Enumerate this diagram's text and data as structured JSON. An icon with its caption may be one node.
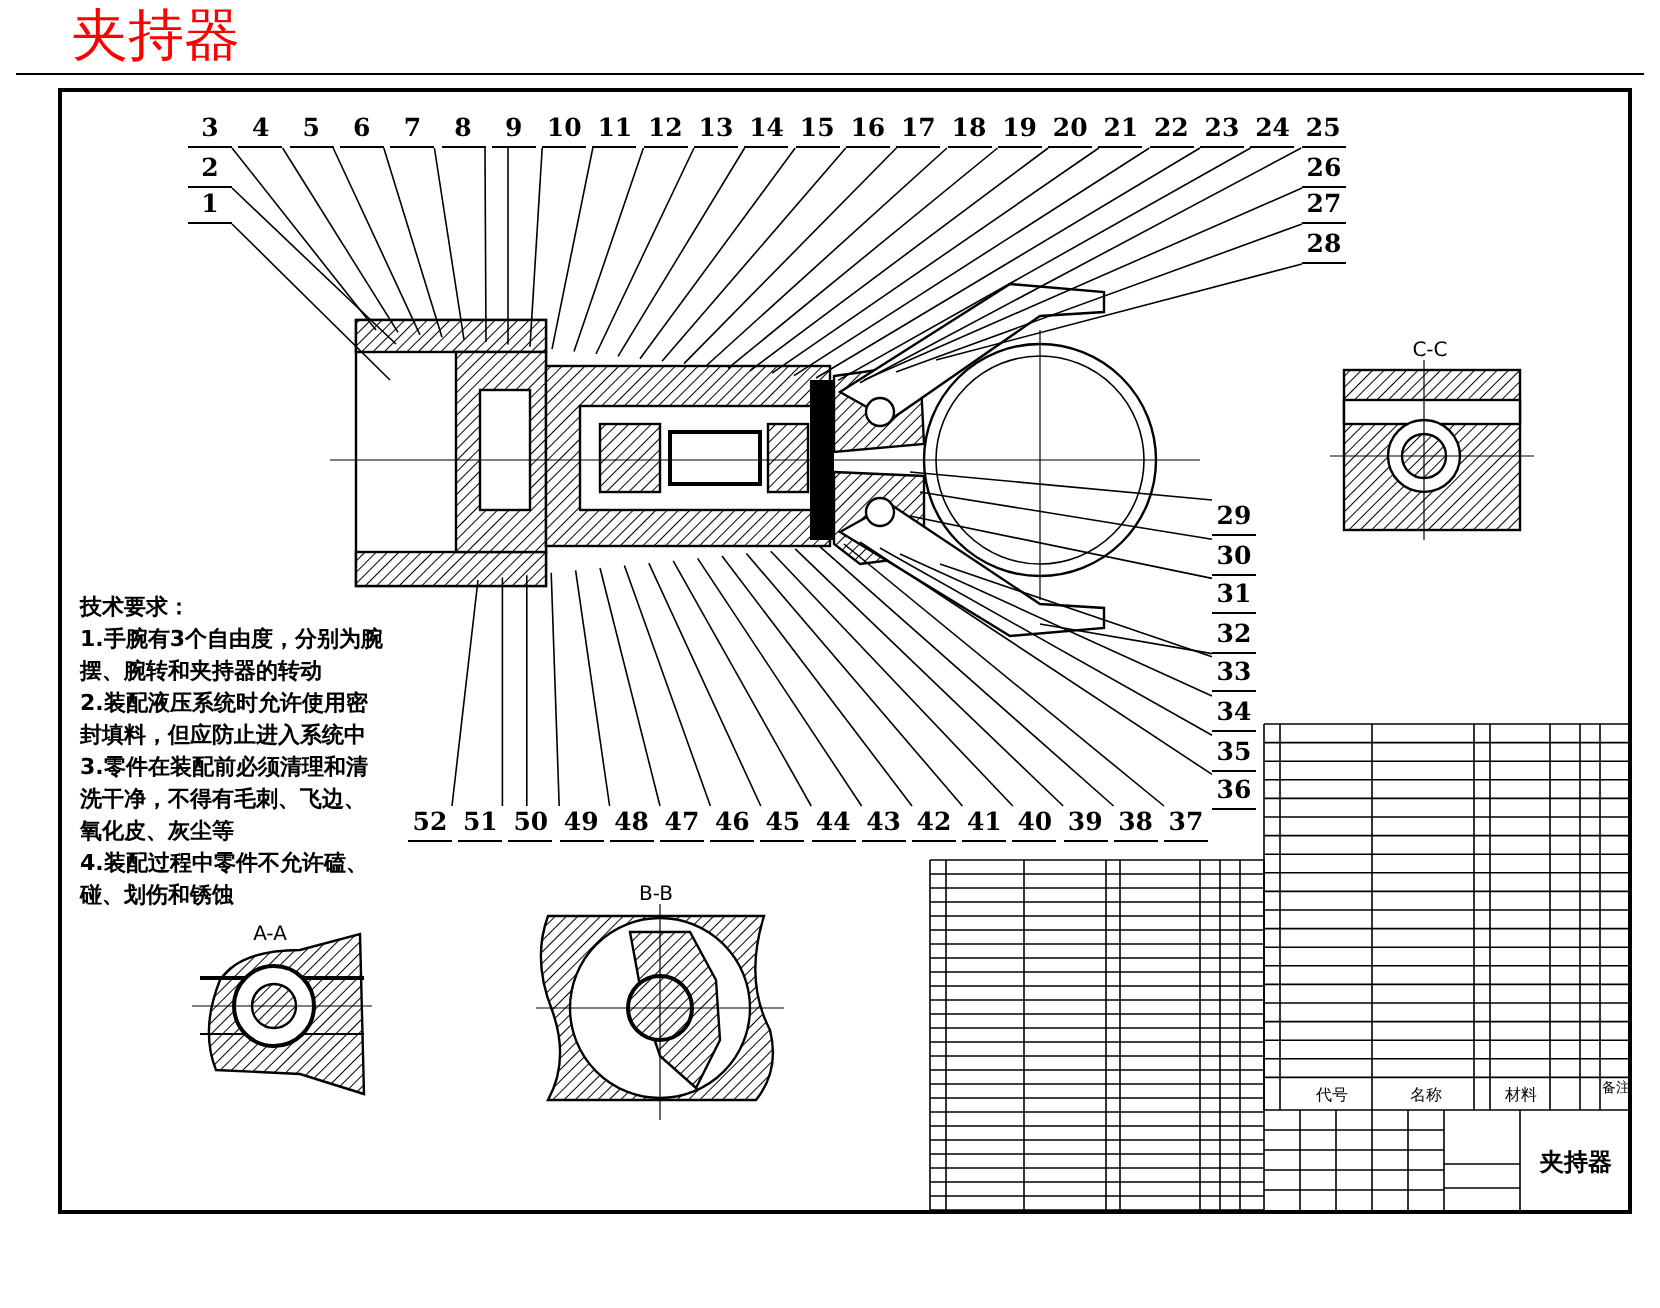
{
  "diagram": {
    "title": "夹持器",
    "nodes": [
      {
        "text": [
          "1"
        ]
      },
      {
        "text": [
          "2"
        ]
      },
      {
        "text": [
          "3"
        ]
      },
      {
        "text": [
          "4"
        ]
      },
      {
        "text": [
          "5"
        ]
      },
      {
        "text": [
          "6"
        ]
      },
      {
        "text": [
          "7"
        ]
      },
      {
        "text": [
          "8"
        ]
      },
      {
        "text": [
          "9"
        ]
      },
      {
        "text": [
          "10"
        ]
      },
      {
        "text": [
          "11"
        ]
      },
      {
        "text": [
          "12"
        ]
      },
      {
        "text": [
          "13"
        ]
      },
      {
        "text": [
          "14"
        ]
      },
      {
        "text": [
          "15"
        ]
      },
      {
        "text": [
          "16"
        ]
      },
      {
        "text": [
          "17"
        ]
      },
      {
        "text": [
          "18"
        ]
      },
      {
        "text": [
          "19"
        ]
      },
      {
        "text": [
          "20"
        ]
      },
      {
        "text": [
          "21"
        ]
      },
      {
        "text": [
          "22"
        ]
      },
      {
        "text": [
          "23"
        ]
      },
      {
        "text": [
          "24"
        ]
      },
      {
        "text": [
          "25"
        ]
      },
      {
        "text": [
          "26"
        ]
      },
      {
        "text": [
          "27"
        ]
      },
      {
        "text": [
          "28"
        ]
      },
      {
        "text": [
          "29"
        ]
      },
      {
        "text": [
          "30"
        ]
      },
      {
        "text": [
          "31"
        ]
      },
      {
        "text": [
          "32"
        ]
      },
      {
        "text": [
          "33"
        ]
      },
      {
        "text": [
          "34"
        ]
      },
      {
        "text": [
          "35"
        ]
      },
      {
        "text": [
          "36"
        ]
      },
      {
        "text": [
          "37"
        ]
      },
      {
        "text": [
          "38"
        ]
      },
      {
        "text": [
          "39"
        ]
      },
      {
        "text": [
          "40"
        ]
      },
      {
        "text": [
          "41"
        ]
      },
      {
        "text": [
          "42"
        ]
      },
      {
        "text": [
          "43"
        ]
      },
      {
        "text": [
          "44"
        ]
      },
      {
        "text": [
          "45"
        ]
      },
      {
        "text": [
          "46"
        ]
      },
      {
        "text": [
          "47"
        ]
      },
      {
        "text": [
          "48"
        ]
      },
      {
        "text": [
          "49"
        ]
      },
      {
        "text": [
          "50"
        ]
      },
      {
        "text": [
          "51"
        ]
      },
      {
        "text": [
          "52"
        ]
      }
    ],
    "edges": [
      {
        "from": 0,
        "to": null,
        "arrow": "none"
      },
      {
        "from": 1,
        "to": null,
        "arrow": "none"
      },
      {
        "from": 2,
        "to": null,
        "arrow": "none"
      },
      {
        "from": 3,
        "to": null,
        "arrow": "none"
      },
      {
        "from": 4,
        "to": null,
        "arrow": "none"
      },
      {
        "from": 5,
        "to": null,
        "arrow": "none"
      },
      {
        "from": 6,
        "to": null,
        "arrow": "none"
      },
      {
        "from": 7,
        "to": null,
        "arrow": "none"
      },
      {
        "from": 8,
        "to": null,
        "arrow": "none"
      },
      {
        "from": 9,
        "to": null,
        "arrow": "none"
      },
      {
        "from": 10,
        "to": null,
        "arrow": "none"
      },
      {
        "from": 11,
        "to": null,
        "arrow": "none"
      },
      {
        "from": 12,
        "to": null,
        "arrow": "none"
      },
      {
        "from": 13,
        "to": null,
        "arrow": "none"
      },
      {
        "from": 14,
        "to": null,
        "arrow": "none"
      },
      {
        "from": 15,
        "to": null,
        "arrow": "none"
      },
      {
        "from": 16,
        "to": null,
        "arrow": "none"
      },
      {
        "from": 17,
        "to": null,
        "arrow": "none"
      },
      {
        "from": 18,
        "to": null,
        "arrow": "none"
      },
      {
        "from": 19,
        "to": null,
        "arrow": "none"
      },
      {
        "from": 20,
        "to": null,
        "arrow": "none"
      },
      {
        "from": 21,
        "to": null,
        "arrow": "none"
      },
      {
        "from": 22,
        "to": null,
        "arrow": "none"
      },
      {
        "from": 23,
        "to": null,
        "arrow": "none"
      },
      {
        "from": 24,
        "to": null,
        "arrow": "none"
      },
      {
        "from": 25,
        "to": null,
        "arrow": "none"
      },
      {
        "from": 26,
        "to": null,
        "arrow": "none"
      },
      {
        "from": 27,
        "to": null,
        "arrow": "none"
      },
      {
        "from": 28,
        "to": null,
        "arrow": "none"
      },
      {
        "from": 29,
        "to": null,
        "arrow": "none"
      },
      {
        "from": 30,
        "to": null,
        "arrow": "none"
      },
      {
        "from": 31,
        "to": null,
        "arrow": "none"
      },
      {
        "from": 32,
        "to": null,
        "arrow": "none"
      },
      {
        "from": 33,
        "to": null,
        "arrow": "none"
      },
      {
        "from": 34,
        "to": null,
        "arrow": "none"
      },
      {
        "from": 35,
        "to": null,
        "arrow": "none"
      },
      {
        "from": 36,
        "to": null,
        "arrow": "none"
      },
      {
        "from": 37,
        "to": null,
        "arrow": "none"
      },
      {
        "from": 38,
        "to": null,
        "arrow": "none"
      },
      {
        "from": 39,
        "to": null,
        "arrow": "none"
      },
      {
        "from": 40,
        "to": null,
        "arrow": "none"
      },
      {
        "from": 41,
        "to": null,
        "arrow": "none"
      },
      {
        "from": 42,
        "to": null,
        "arrow": "none"
      },
      {
        "from": 43,
        "to": null,
        "arrow": "none"
      },
      {
        "from": 44,
        "to": null,
        "arrow": "none"
      },
      {
        "from": 45,
        "to": null,
        "arrow": "none"
      },
      {
        "from": 46,
        "to": null,
        "arrow": "none"
      },
      {
        "from": 47,
        "to": null,
        "arrow": "none"
      },
      {
        "from": 48,
        "to": null,
        "arrow": "none"
      },
      {
        "from": 49,
        "to": null,
        "arrow": "none"
      },
      {
        "from": 50,
        "to": null,
        "arrow": "none"
      },
      {
        "from": 51,
        "to": null,
        "arrow": "none"
      }
    ],
    "labels": [
      "C-C",
      "技术要求：",
      "1.手腕有3个自由度，分别为腕摆、腕转和夹持器的转动",
      "2.装配液压系统时允许使用密封填料，但应防止进入系统中",
      "3.零件在装配前必须清理和清洗干净，不得有毛刺、飞边、氧化皮、灰尘等",
      "4.装配过程中零件不允许磕、碰、划伤和锈蚀",
      "A-A",
      "B-B",
      "代号",
      "名称",
      "材料",
      "备注",
      "夹持器"
    ]
  }
}
